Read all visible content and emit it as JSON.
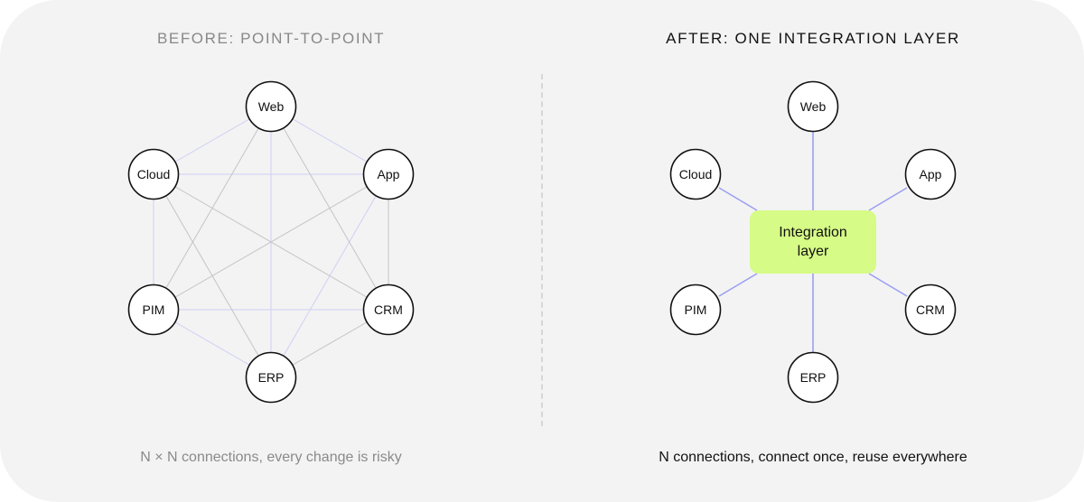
{
  "before": {
    "title": "BEFORE: POINT-TO-POINT",
    "caption": "N × N connections, every change is risky",
    "nodes": [
      "Web",
      "App",
      "CRM",
      "ERP",
      "PIM",
      "Cloud"
    ]
  },
  "after": {
    "title": "AFTER: ONE INTEGRATION LAYER",
    "caption": "N connections, connect once, reuse everywhere",
    "hub_line1": "Integration",
    "hub_line2": "layer",
    "nodes": [
      "Web",
      "App",
      "CRM",
      "ERP",
      "PIM",
      "Cloud"
    ]
  },
  "colors": {
    "card_bg": "#f3f3f3",
    "node_fill": "#ffffff",
    "node_stroke": "#111111",
    "edge_gray": "#c4c4c4",
    "edge_lavender": "#cfcff5",
    "spoke": "#9b9ff0",
    "hub_fill": "#d6fb86"
  }
}
